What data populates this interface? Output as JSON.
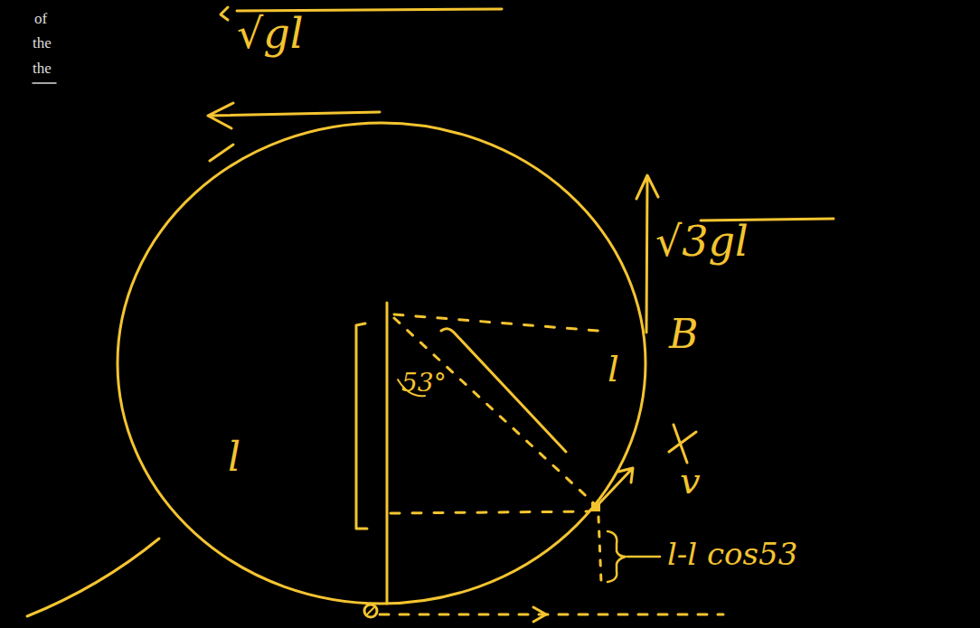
{
  "diagram": {
    "labels": [
      "of",
      "the",
      "the",
      "√gl",
      "√3gl",
      "B",
      "l",
      "53°",
      "l",
      "v",
      "l-l cos53"
    ]
  }
}
